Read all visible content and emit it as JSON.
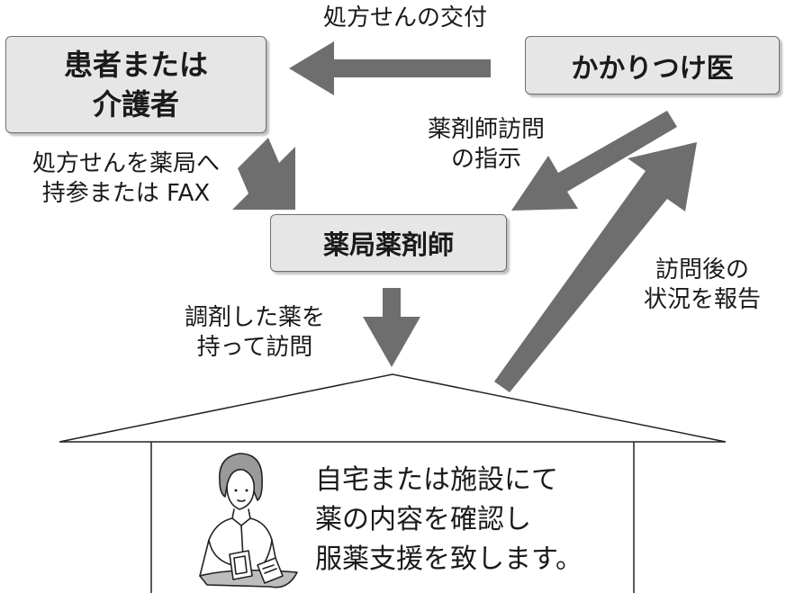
{
  "nodes": {
    "patient": {
      "lines": [
        "患者または",
        "介護者"
      ]
    },
    "doctor": {
      "label": "かかりつけ医"
    },
    "pharmacist": {
      "label": "薬局薬剤師"
    }
  },
  "edges": {
    "prescription": {
      "label": "処方せんの交付"
    },
    "bring": {
      "lines": [
        "処方せんを薬局へ",
        "持参または FAX"
      ]
    },
    "instruct": {
      "lines": [
        "薬剤師訪問",
        "の指示"
      ]
    },
    "report": {
      "lines": [
        "訪問後の",
        "状況を報告"
      ]
    },
    "visit": {
      "lines": [
        "調剤した薬を",
        "持って訪問"
      ]
    }
  },
  "house": {
    "lines": [
      "自宅または施設にて",
      "薬の内容を確認し",
      "服薬支援を致します。"
    ]
  },
  "colors": {
    "arrow": "#6e6e6e",
    "box_fill": "#e6e6e6",
    "box_border": "#6e6e6e",
    "line": "#222222"
  }
}
